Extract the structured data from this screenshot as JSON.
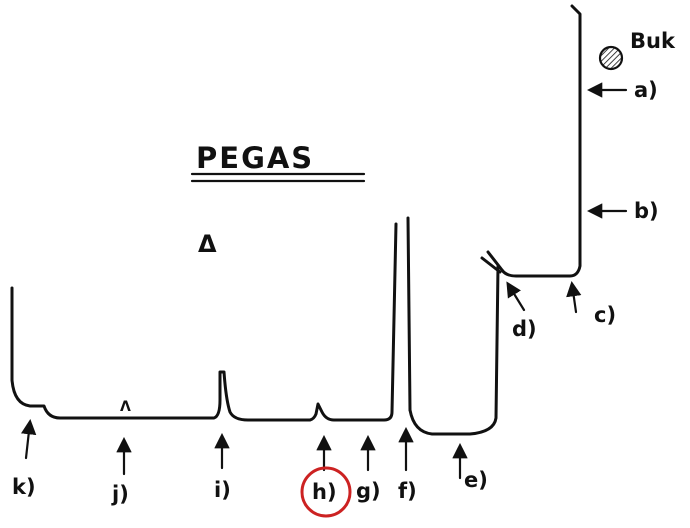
{
  "diagram": {
    "title": "PEGAS",
    "tool_label": "Buk",
    "delta_symbol": "Δ",
    "lambda_symbol": "Λ",
    "highlight_color": "#cc2222",
    "highlighted_label": "h)",
    "labels": {
      "a": "a)",
      "b": "b)",
      "c": "c)",
      "d": "d)",
      "e": "e)",
      "f": "f)",
      "g": "g)",
      "h": "h)",
      "i": "i)",
      "j": "j)",
      "k": "k)"
    }
  }
}
